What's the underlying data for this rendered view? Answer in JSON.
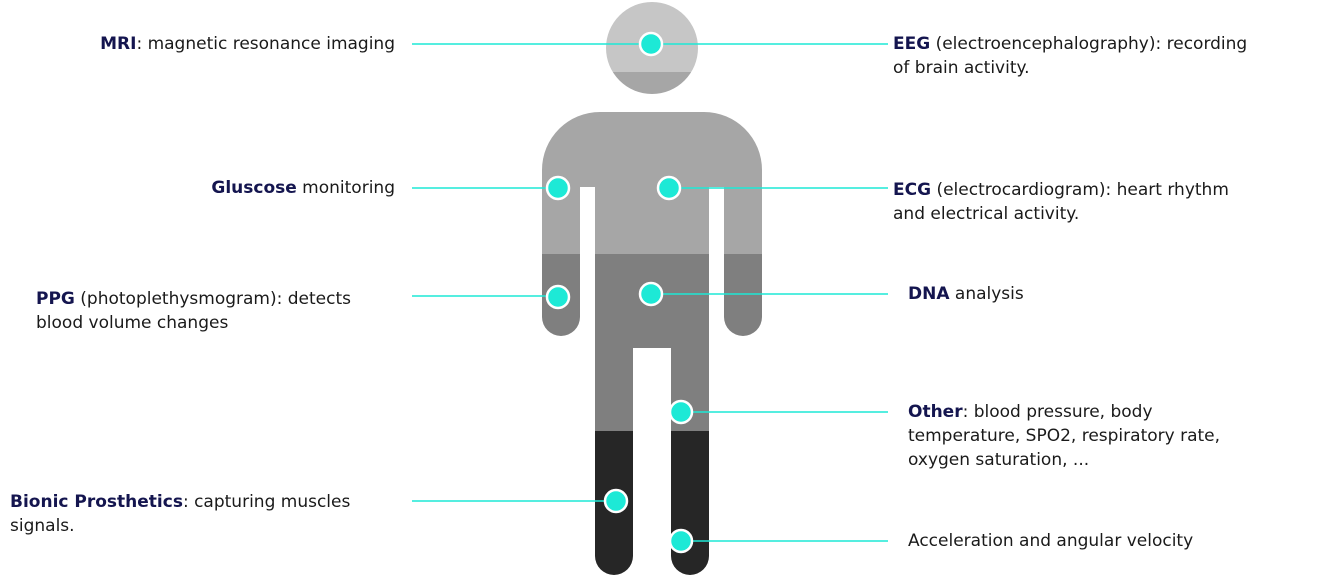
{
  "colors": {
    "head": "#c6c6c6",
    "upper_body": "#a6a6a6",
    "mid_body": "#7f7f7f",
    "lower_legs": "#262626",
    "marker": "#1de9d6",
    "connector": "#1de9d6",
    "label_bold": "#14154f",
    "label_text": "#1a1a1a"
  },
  "labels": {
    "mri": {
      "bold": "MRI",
      "text": ": magnetic resonance imaging"
    },
    "glucose": {
      "bold": "Gluscose",
      "text": " monitoring"
    },
    "ppg": {
      "bold": "PPG",
      "text": " (photoplethysmogram): detects",
      "text2": "blood volume changes"
    },
    "bionic": {
      "bold": "Bionic Prosthetics",
      "text": ": capturing muscles",
      "text2": "signals."
    },
    "eeg": {
      "bold": "EEG",
      "text": " (electroencephalography): recording",
      "text2": "of brain activity."
    },
    "ecg": {
      "bold": "ECG",
      "text": " (electrocardiogram): heart rhythm",
      "text2": "and electrical activity."
    },
    "dna": {
      "bold": "DNA",
      "text": " analysis"
    },
    "other": {
      "bold": "Other",
      "text": ": blood pressure, body",
      "text2": "temperature, SPO2, respiratory rate,",
      "text3": "oxygen saturation, ..."
    },
    "accel": {
      "text": "Acceleration and angular velocity"
    }
  }
}
